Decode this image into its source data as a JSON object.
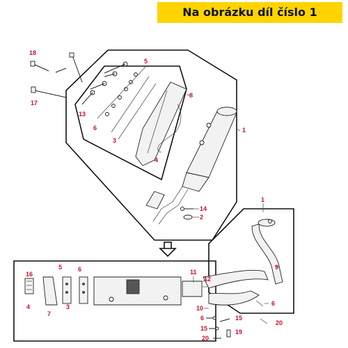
{
  "header": {
    "badge_text": "Na obrázku díl číslo 1",
    "badge_color": "#ffd400"
  },
  "callout_color": "#c8102e",
  "callouts": {
    "top": [
      "18",
      "17",
      "5",
      "13",
      "6",
      "3",
      "8",
      "4",
      "1",
      "14",
      "2"
    ],
    "right": [
      "1",
      "9",
      "6",
      "20"
    ],
    "bottom": [
      "16",
      "4",
      "7",
      "5",
      "3",
      "6",
      "11",
      "12",
      "10",
      "6",
      "15",
      "15",
      "19",
      "20"
    ]
  },
  "icons": {
    "arrow": "down-arrow-icon"
  }
}
